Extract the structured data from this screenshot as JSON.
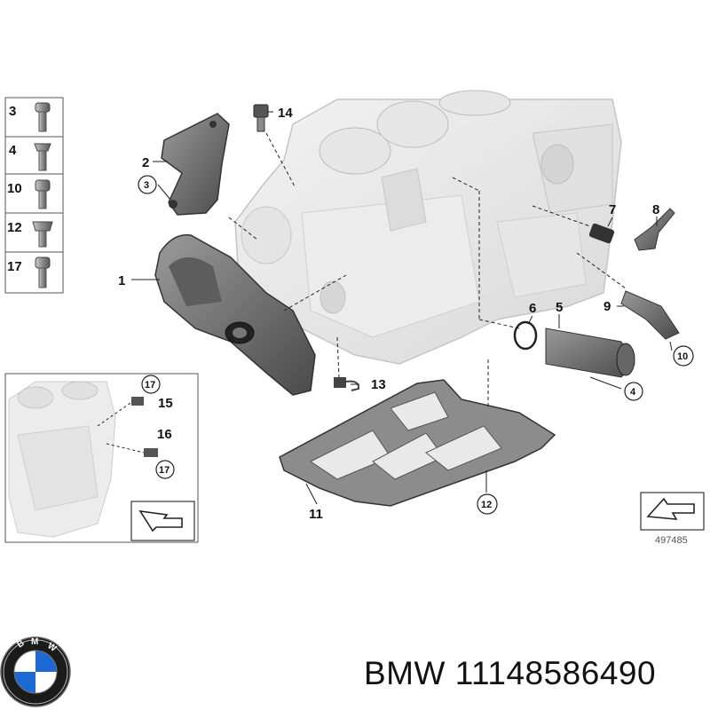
{
  "brand": {
    "logo_letters": "BMW",
    "caption": "BMW 11148586490",
    "colors": {
      "blue": "#1c69d4",
      "black": "#111111",
      "white": "#ffffff"
    }
  },
  "fastener_table": {
    "rows": [
      {
        "number": "3"
      },
      {
        "number": "4"
      },
      {
        "number": "10"
      },
      {
        "number": "12"
      },
      {
        "number": "17"
      }
    ]
  },
  "callouts": {
    "c1": "1",
    "c2": "2",
    "c3": "3",
    "c4": "4",
    "c5": "5",
    "c6": "6",
    "c7": "7",
    "c8": "8",
    "c9": "9",
    "c10": "10",
    "c11": "11",
    "c12": "12",
    "c13": "13",
    "c14": "14"
  },
  "detail_inset": {
    "c15": "15",
    "c16": "16",
    "c17a": "17",
    "c17b": "17"
  },
  "diagram_id": "497485"
}
